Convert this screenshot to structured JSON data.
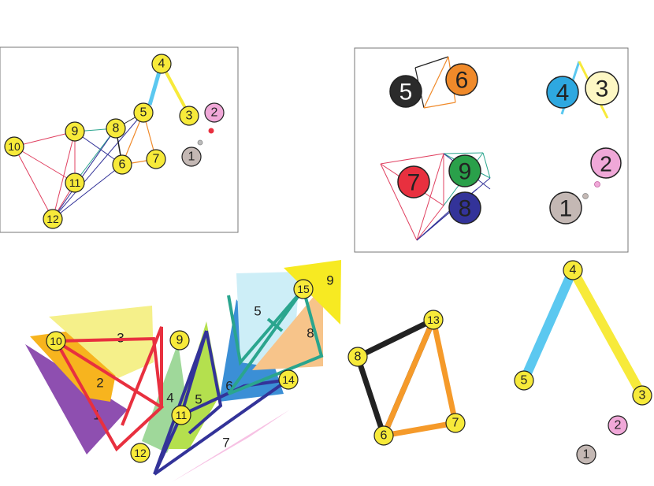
{
  "panel_a": {
    "nodes": [
      {
        "label": "1",
        "fill": "#c4b8b4"
      },
      {
        "label": "2",
        "fill": "#f0a8d8"
      },
      {
        "label": "3",
        "fill": "#f7ea3a"
      },
      {
        "label": "4",
        "fill": "#f7ea3a"
      },
      {
        "label": "5",
        "fill": "#f7ea3a"
      },
      {
        "label": "6",
        "fill": "#f7ea3a"
      },
      {
        "label": "7",
        "fill": "#f7ea3a"
      },
      {
        "label": "8",
        "fill": "#f7ea3a"
      },
      {
        "label": "9",
        "fill": "#f7ea3a"
      },
      {
        "label": "10",
        "fill": "#f7ea3a"
      },
      {
        "label": "11",
        "fill": "#f7ea3a"
      },
      {
        "label": "12",
        "fill": "#f7ea3a"
      }
    ]
  },
  "panel_b": {
    "nodes": [
      {
        "label": "1",
        "fill": "#c4b8b4",
        "text_color": "#222222"
      },
      {
        "label": "2",
        "fill": "#f0a8d8",
        "text_color": "#222222"
      },
      {
        "label": "3",
        "fill": "#fdf7c4",
        "text_color": "#222222"
      },
      {
        "label": "4",
        "fill": "#2ea8e0",
        "text_color": "#222222"
      },
      {
        "label": "5",
        "fill": "#2b2b2b",
        "text_color": "#ffffff"
      },
      {
        "label": "6",
        "fill": "#f08a2a",
        "text_color": "#222222"
      },
      {
        "label": "7",
        "fill": "#e8303f",
        "text_color": "#222222"
      },
      {
        "label": "8",
        "fill": "#333399",
        "text_color": "#222222"
      },
      {
        "label": "9",
        "fill": "#2aa04a",
        "text_color": "#222222"
      }
    ]
  },
  "panel_c": {
    "regions": [
      {
        "label": "1",
        "color": "#8e4fb0"
      },
      {
        "label": "2",
        "color": "#f7b41e"
      },
      {
        "label": "3",
        "color": "#f5f08a"
      },
      {
        "label": "4",
        "color": "#9fd89a"
      },
      {
        "label": "5",
        "color": "#b4e04e"
      },
      {
        "label": "6",
        "color": "#3b8fd6"
      },
      {
        "label": "7",
        "color": "#f7c2e4"
      },
      {
        "label": "8",
        "color": "#f7c48a"
      },
      {
        "label": "9",
        "color": "#f7ea22"
      },
      {
        "label": "5",
        "color": "#cdeef7"
      }
    ],
    "nodes": [
      "8",
      "6",
      "13",
      "7",
      "10",
      "9",
      "11",
      "12",
      "14",
      "15",
      "4",
      "5",
      "3",
      "2",
      "1"
    ]
  }
}
